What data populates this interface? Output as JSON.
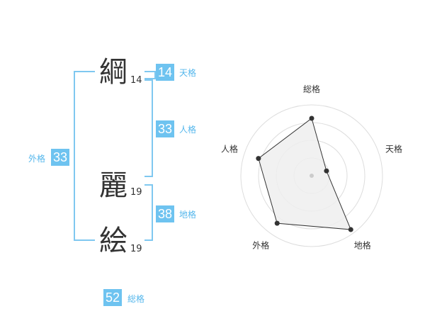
{
  "name": {
    "chars": [
      {
        "char": "綱",
        "strokes": "14"
      },
      {
        "char": "麗",
        "strokes": "19"
      },
      {
        "char": "絵",
        "strokes": "19"
      }
    ]
  },
  "kaku": {
    "tenkaku": {
      "value": "14",
      "label": "天格"
    },
    "jinkaku": {
      "value": "33",
      "label": "人格"
    },
    "chikaku": {
      "value": "38",
      "label": "地格"
    },
    "gaikaku": {
      "value": "33",
      "label": "外格"
    },
    "soukaku": {
      "value": "52",
      "label": "総格"
    }
  },
  "colors": {
    "accent": "#6ec3f0",
    "bracket": "#7fc8f0",
    "text": "#333333"
  },
  "chart_data": {
    "type": "radar",
    "axes": [
      "総格",
      "天格",
      "地格",
      "外格",
      "人格"
    ],
    "values": [
      0.81,
      0.22,
      0.94,
      0.83,
      0.79
    ],
    "range": [
      0,
      1
    ],
    "rings": 4
  }
}
